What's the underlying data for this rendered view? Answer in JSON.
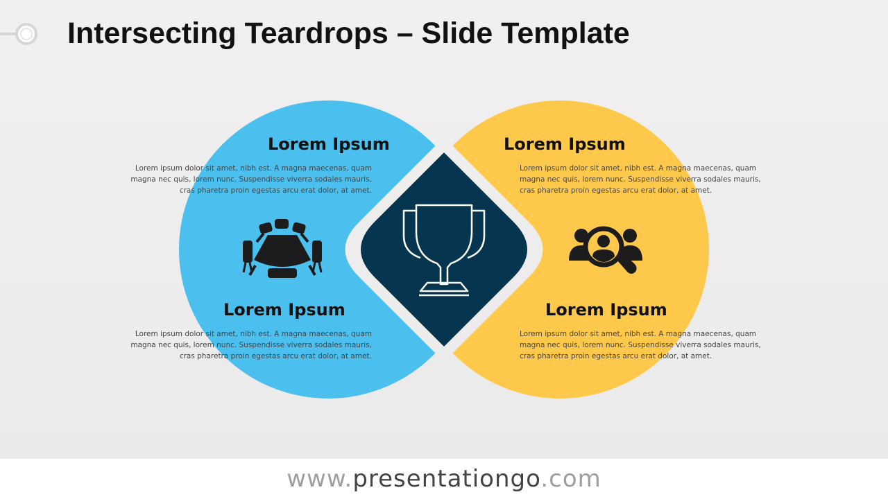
{
  "title": "Intersecting Teardrops – Slide Template",
  "colors": {
    "left_drop": "#4bbfee",
    "right_drop": "#fec94a",
    "center_diamond": "#06354f",
    "icon_dark": "#1c1c1c"
  },
  "panels": [
    {
      "heading": "Lorem Ipsum",
      "body": "Lorem  ipsum dolor sit amet, nibh est. A magna maecenas, quam magna nec quis, lorem nunc. Suspendisse viverra sodales mauris, cras pharetra proin egestas arcu erat dolor, at amet."
    },
    {
      "heading": "Lorem Ipsum",
      "body": "Lorem  ipsum dolor sit amet, nibh est. A magna maecenas, quam magna nec quis, lorem nunc. Suspendisse viverra sodales mauris, cras pharetra proin egestas arcu erat dolor, at amet."
    },
    {
      "heading": "Lorem Ipsum",
      "body": "Lorem  ipsum dolor sit amet, nibh est. A magna maecenas, quam magna nec quis, lorem nunc. Suspendisse viverra sodales mauris, cras pharetra proin egestas arcu erat dolor, at amet."
    },
    {
      "heading": "Lorem Ipsum",
      "body": "Lorem  ipsum dolor sit amet, nibh est. A magna maecenas, quam magna nec quis, lorem nunc. Suspendisse viverra sodales mauris, cras pharetra proin egestas arcu erat dolor, at amet."
    }
  ],
  "icons": {
    "left": "conference-table-icon",
    "center": "trophy-icon",
    "right": "people-search-icon"
  },
  "footer": {
    "prefix": "www.",
    "domain": "presentationgo",
    "suffix": ".com"
  }
}
